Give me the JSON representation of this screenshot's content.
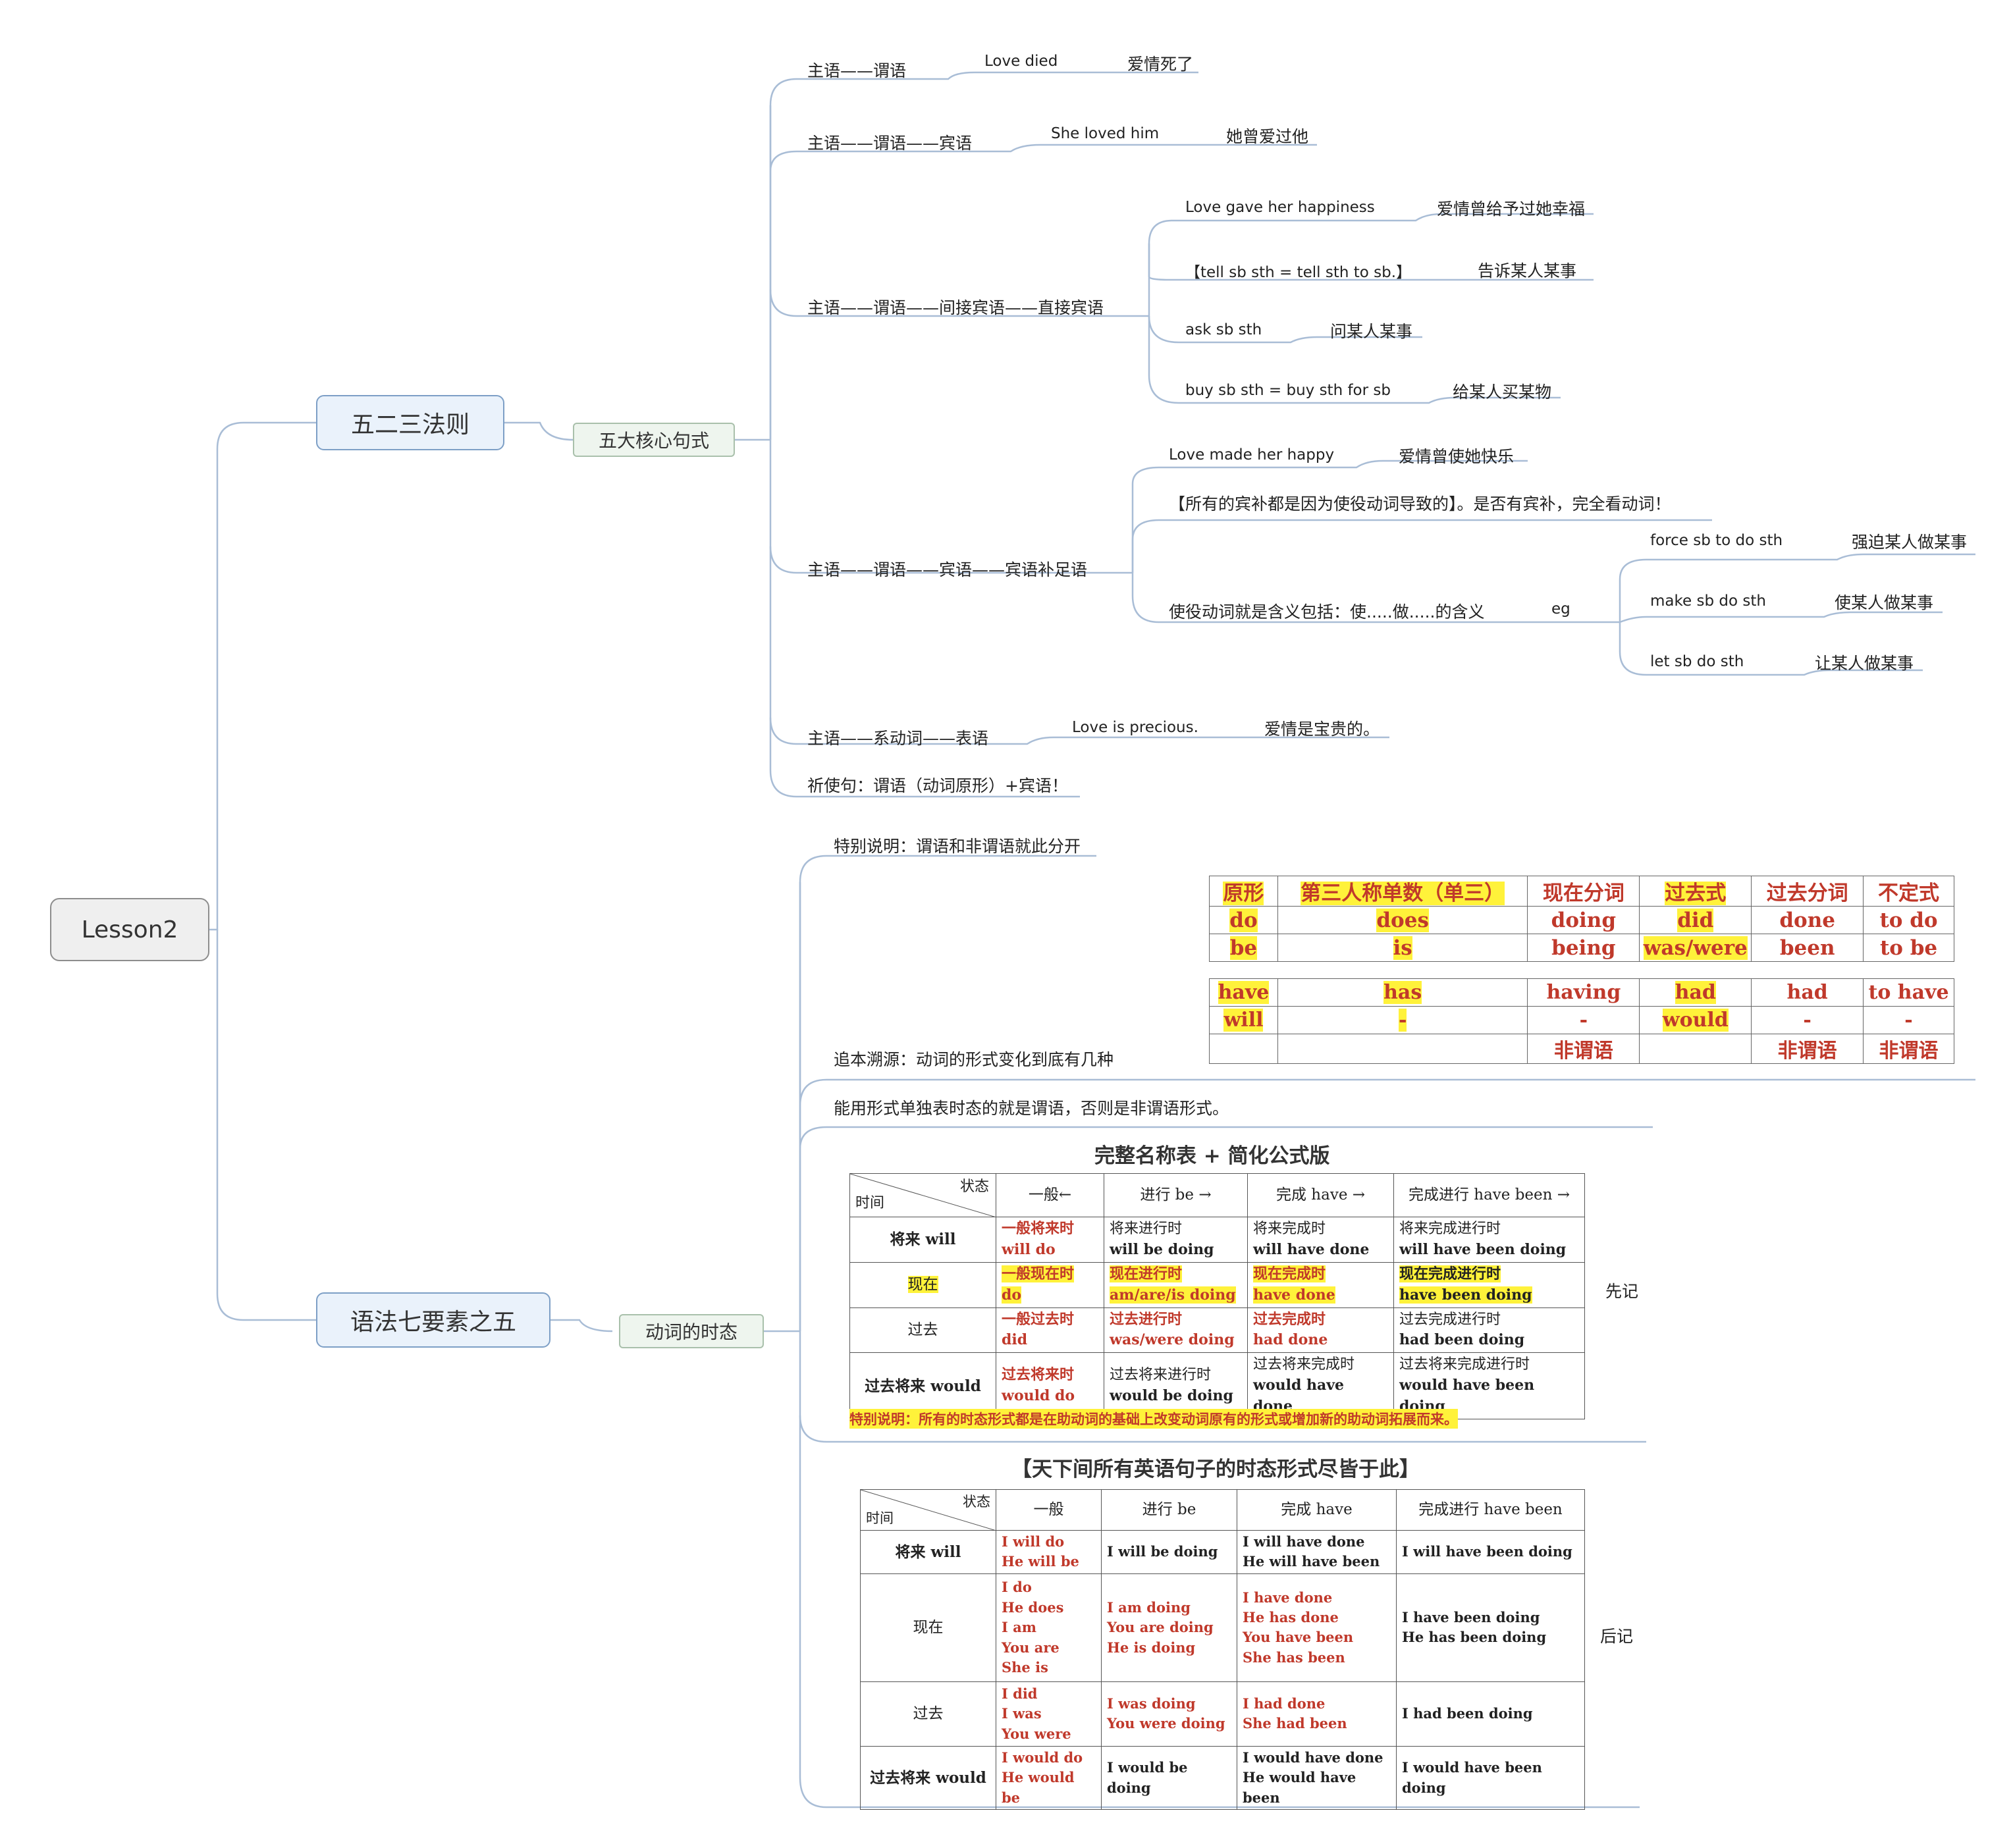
{
  "root": "Lesson2",
  "branch1": {
    "title": "五二三法则",
    "sub": "五大核心句式",
    "patterns": [
      {
        "label": "主语——谓语",
        "en": "Love died",
        "zh": "爱情死了"
      },
      {
        "label": "主语——谓语——宾语",
        "en": "She loved him",
        "zh": "她曾爱过他"
      },
      {
        "label": "主语——谓语——间接宾语——直接宾语",
        "items": [
          {
            "en": "Love gave her happiness",
            "zh": "爱情曾给予过她幸福"
          },
          {
            "en": "【tell sb sth = tell sth to sb.】",
            "zh": "告诉某人某事"
          },
          {
            "en": "ask sb sth",
            "zh": "问某人某事"
          },
          {
            "en": "buy sb sth = buy sth for sb",
            "zh": "给某人买某物"
          }
        ]
      },
      {
        "label": "主语——谓语——宾语——宾语补足语",
        "items": [
          {
            "en": "Love made her happy",
            "zh": "爱情曾使她快乐"
          },
          {
            "note": "【所有的宾补都是因为使役动词导致的】。是否有宾补，完全看动词！"
          },
          {
            "note": "使役动词就是含义包括：使.....做.....的含义",
            "eg": "eg",
            "examples": [
              {
                "en": "force sb to do sth",
                "zh": "强迫某人做某事"
              },
              {
                "en": "make sb do sth",
                "zh": "使某人做某事"
              },
              {
                "en": "let sb do sth",
                "zh": "让某人做某事"
              }
            ]
          }
        ]
      },
      {
        "label": "主语——系动词——表语",
        "en": "Love is precious.",
        "zh": "爱情是宝贵的。"
      },
      {
        "label": "祈使句：谓语（动词原形）+宾语！"
      }
    ]
  },
  "branch2": {
    "title": "语法七要素之五",
    "sub": "动词的时态",
    "notes": {
      "special": "特别说明：谓语和非谓语就此分开",
      "origin": "追本溯源：动词的形式变化到底有几种",
      "rule": "能用形式单独表时态的就是谓语，否则是非谓语形式。",
      "first": "先记",
      "later": "后记"
    },
    "verb_forms_1": {
      "header": [
        "原形",
        "第三人称单数（单三）",
        "现在分词",
        "过去式",
        "过去分词",
        "不定式"
      ],
      "rows": [
        [
          "do",
          "does",
          "doing",
          "did",
          "done",
          "to do"
        ],
        [
          "be",
          "is",
          "being",
          "was/were",
          "been",
          "to be"
        ]
      ]
    },
    "verb_forms_2": {
      "rows": [
        [
          "have",
          "has",
          "having",
          "had",
          "had",
          "to have"
        ],
        [
          "will",
          "-",
          "-",
          "would",
          "-",
          "-"
        ],
        [
          "",
          "",
          "非谓语",
          "",
          "非谓语",
          "非谓语"
        ]
      ]
    },
    "tense_table_1": {
      "title": "完整名称表 + 简化公式版",
      "corner_state": "状态",
      "corner_time": "时间",
      "cols": [
        "一般←",
        "进行 be →",
        "完成 have →",
        "完成进行 have been →"
      ],
      "rows": [
        {
          "label": "将来 will",
          "cells": [
            [
              "一般将来时",
              "will do"
            ],
            [
              "将来进行时",
              "will be doing"
            ],
            [
              "将来完成时",
              "will have done"
            ],
            [
              "将来完成进行时",
              "will have been doing"
            ]
          ]
        },
        {
          "label": "现在",
          "cells": [
            [
              "一般现在时",
              "do"
            ],
            [
              "现在进行时",
              "am/are/is doing"
            ],
            [
              "现在完成时",
              "have done"
            ],
            [
              "现在完成进行时",
              "have been doing"
            ]
          ]
        },
        {
          "label": "过去",
          "cells": [
            [
              "一般过去时",
              "did"
            ],
            [
              "过去进行时",
              "was/were doing"
            ],
            [
              "过去完成时",
              "had done"
            ],
            [
              "过去完成进行时",
              "had been doing"
            ]
          ]
        },
        {
          "label": "过去将来 would",
          "cells": [
            [
              "过去将来时",
              "would do"
            ],
            [
              "过去将来进行时",
              "would be doing"
            ],
            [
              "过去将来完成时",
              "would have done"
            ],
            [
              "过去将来完成进行时",
              "would have been doing"
            ]
          ]
        }
      ],
      "note": "特别说明：所有的时态形式都是在助动词的基础上改变动词原有的形式或增加新的助动词拓展而来。"
    },
    "tense_table_2": {
      "title": "【天下间所有英语句子的时态形式尽皆于此】",
      "corner_state": "状态",
      "corner_time": "时间",
      "cols": [
        "一般",
        "进行 be",
        "完成 have",
        "完成进行 have been"
      ],
      "rows": [
        {
          "label": "将来 will",
          "cells": [
            [
              "I will do",
              "He will be"
            ],
            [
              "I will be doing"
            ],
            [
              "I will have done",
              "He will have been"
            ],
            [
              "I will have been doing"
            ]
          ]
        },
        {
          "label": "现在",
          "cells": [
            [
              "I do",
              "He does",
              "I am",
              "You are",
              "She is"
            ],
            [
              "I am doing",
              "You are doing",
              "He is doing"
            ],
            [
              "I have done",
              "He has done",
              "You have been",
              "She has been"
            ],
            [
              "I have been doing",
              "He has been doing"
            ]
          ]
        },
        {
          "label": "过去",
          "cells": [
            [
              "I did",
              "I was",
              "You were"
            ],
            [
              "I was doing",
              "You were doing"
            ],
            [
              "I had done",
              "She had been"
            ],
            [
              "I had been doing"
            ]
          ]
        },
        {
          "label": "过去将来 would",
          "cells": [
            [
              "I would do",
              "He would be"
            ],
            [
              "I would be doing"
            ],
            [
              "I would have done",
              "He would have been"
            ],
            [
              "I would have been doing"
            ]
          ]
        }
      ]
    }
  },
  "colors": {
    "connector": "#a9bdd6",
    "red": "#c0392b",
    "highlight": "#fff23a"
  }
}
